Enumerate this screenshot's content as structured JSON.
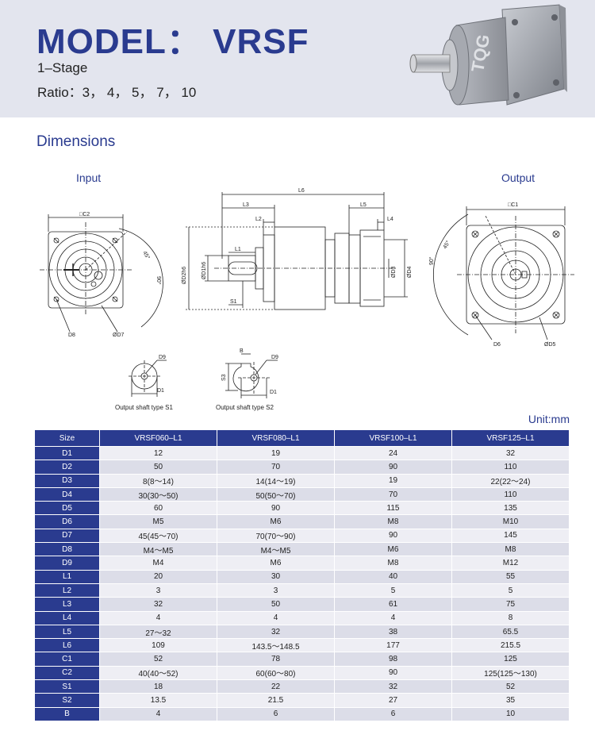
{
  "header": {
    "model_title": "MODEL： VRSF",
    "stage": "1–Stage",
    "ratio": "Ratio：3， 4， 5， 7， 10",
    "logo_text": "TQG"
  },
  "section_title": "Dimensions",
  "drawing": {
    "input_label": "Input",
    "output_label": "Output",
    "labels": {
      "c2": "□C2",
      "c1": "□C1",
      "d8": "D8",
      "d7": "ØD7",
      "d6": "D6",
      "d5": "ØD5",
      "angle45": "45°",
      "angle90": "90°",
      "l6": "L6",
      "l3": "L3",
      "l2": "L2",
      "l5": "L5",
      "l4": "L4",
      "l1": "L1",
      "s1": "S1",
      "d2": "ØD2h6",
      "d1": "ØD1h6",
      "d3": "ØD3",
      "d4": "ØD4",
      "d9": "D9",
      "d1_small": "D1",
      "b": "B",
      "s3": "S3"
    },
    "caption_s1": "Output shaft type S1",
    "caption_s2": "Output shaft type S2"
  },
  "unit": "Unit:mm",
  "table": {
    "headers": [
      "Size",
      "VRSF060–L1",
      "VRSF080–L1",
      "VRSF100–L1",
      "VRSF125–L1"
    ],
    "rows": [
      [
        "D1",
        "12",
        "19",
        "24",
        "32"
      ],
      [
        "D2",
        "50",
        "70",
        "90",
        "110"
      ],
      [
        "D3",
        "8(8～14)",
        "14(14～19)",
        "19",
        "22(22～24)"
      ],
      [
        "D4",
        "30(30～50)",
        "50(50～70)",
        "70",
        "110"
      ],
      [
        "D5",
        "60",
        "90",
        "115",
        "135"
      ],
      [
        "D6",
        "M5",
        "M6",
        "M8",
        "M10"
      ],
      [
        "D7",
        "45(45～70)",
        "70(70～90)",
        "90",
        "145"
      ],
      [
        "D8",
        "M4～M5",
        "M4～M5",
        "M6",
        "M8"
      ],
      [
        "D9",
        "M4",
        "M6",
        "M8",
        "M12"
      ],
      [
        "L1",
        "20",
        "30",
        "40",
        "55"
      ],
      [
        "L2",
        "3",
        "3",
        "5",
        "5"
      ],
      [
        "L3",
        "32",
        "50",
        "61",
        "75"
      ],
      [
        "L4",
        "4",
        "4",
        "4",
        "8"
      ],
      [
        "L5",
        "27～32",
        "32",
        "38",
        "65.5"
      ],
      [
        "L6",
        "109",
        "143.5～148.5",
        "177",
        "215.5"
      ],
      [
        "C1",
        "52",
        "78",
        "98",
        "125"
      ],
      [
        "C2",
        "40(40～52)",
        "60(60～80)",
        "90",
        "125(125～130)"
      ],
      [
        "S1",
        "18",
        "22",
        "32",
        "52"
      ],
      [
        "S2",
        "13.5",
        "21.5",
        "27",
        "35"
      ],
      [
        "B",
        "4",
        "6",
        "6",
        "10"
      ]
    ]
  },
  "colors": {
    "brand_blue": "#2a3b8f",
    "header_bg": "#e3e5ee",
    "row_light": "#eeeef4",
    "row_dark": "#dcdde8"
  }
}
